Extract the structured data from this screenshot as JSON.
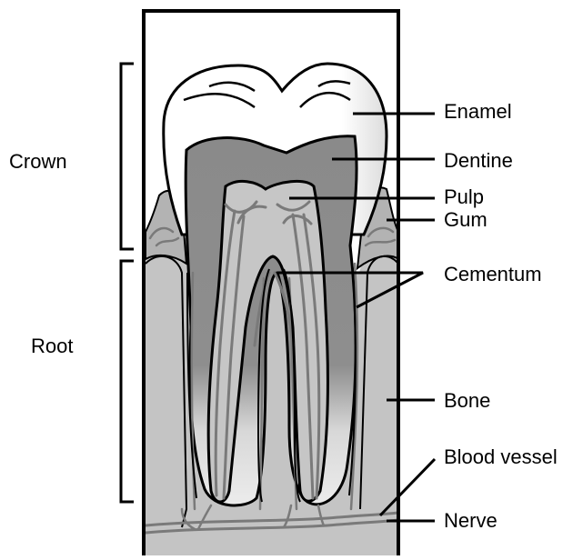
{
  "labels": {
    "crown": "Crown",
    "root": "Root",
    "enamel": "Enamel",
    "dentine": "Dentine",
    "pulp": "Pulp",
    "gum": "Gum",
    "cementum": "Cementum",
    "bone": "Bone",
    "blood_vessel": "Blood vessel",
    "nerve": "Nerve"
  },
  "colors": {
    "bone": "#c4c4c4",
    "gum": "#b3b3b3",
    "dentine": "#8c8c8c",
    "pulp": "#c6c6c6",
    "enamel": "#ffffff",
    "vessel": "#7a7a7a",
    "outline": "#000000"
  }
}
